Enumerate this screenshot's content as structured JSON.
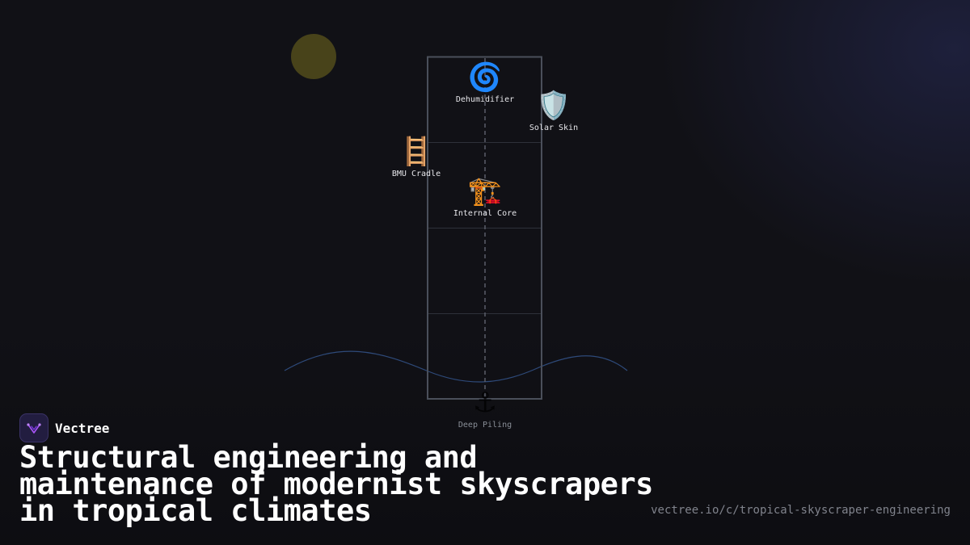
{
  "brand": {
    "name": "Vectree"
  },
  "title": "Structural engineering and maintenance of modernist skyscrapers in tropical climates",
  "url": "vectree.io/c/tropical-skyscraper-engineering",
  "nodes": {
    "dehumidifier": {
      "icon": "🌀",
      "label": "Dehumidifier"
    },
    "solar_skin": {
      "icon": "🛡️",
      "label": "Solar Skin"
    },
    "bmu_cradle": {
      "icon": "🪜",
      "label": "BMU Cradle"
    },
    "internal_core": {
      "icon": "🏗️",
      "label": "Internal Core"
    },
    "deep_piling": {
      "icon": "⚓",
      "label": "Deep Piling"
    }
  },
  "colors": {
    "background": "#111116",
    "sun": "#48431a",
    "tower_outline": "#4a4f5a",
    "ground_wave": "#2e4a7a",
    "logo_bg": "#221d40",
    "logo_mark": "#a855f7"
  }
}
